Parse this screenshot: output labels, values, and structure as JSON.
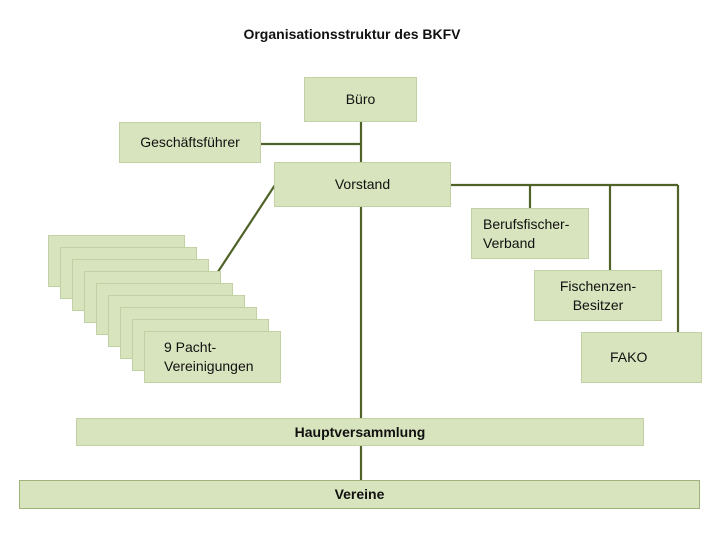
{
  "title": "Organisationsstruktur des BKFV",
  "nodes": {
    "buero": "Büro",
    "geschaeftsfuehrer": "Geschäftsführer",
    "vorstand": "Vorstand",
    "berufsfischer_line1": "Berufsfischer-",
    "berufsfischer_line2": "Verband",
    "fischenzen_line1": "Fischenzen-",
    "fischenzen_line2": "Besitzer",
    "fako": "FAKO",
    "pacht_line1": "9 Pacht-",
    "pacht_line2": "Vereinigungen",
    "hauptversammlung": "Hauptversammlung",
    "vereine": "Vereine"
  },
  "colors": {
    "box_fill": "#d7e4bd",
    "connector": "#4f6228"
  }
}
